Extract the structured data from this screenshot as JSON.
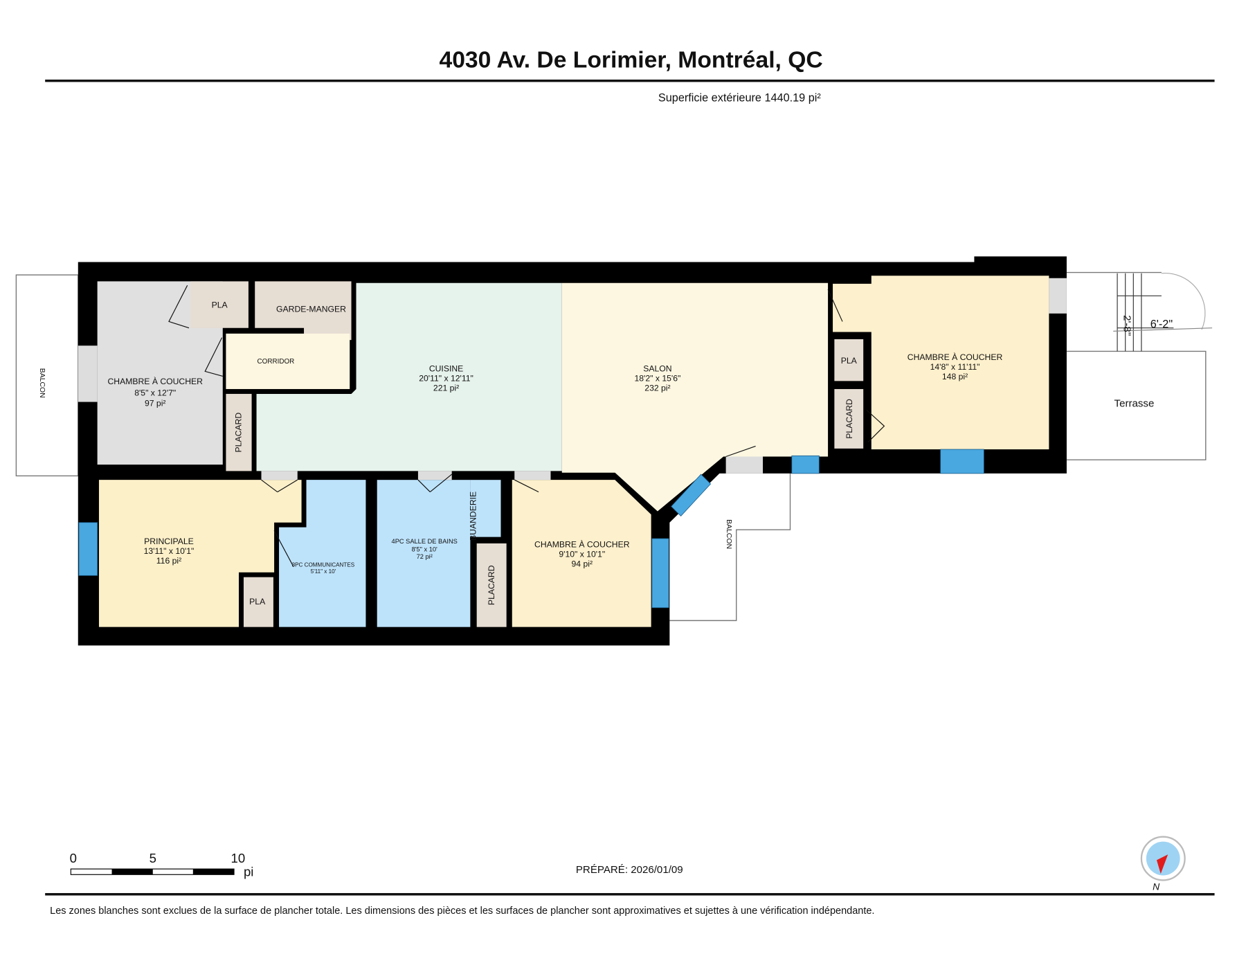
{
  "header": {
    "title": "4030 Av. De Lorimier, Montréal, QC",
    "exterior_area": "Superficie extérieure 1440.19 pi²"
  },
  "rooms": {
    "bedroom_left": {
      "name": "CHAMBRE À COUCHER",
      "dims": "8'5\" x 12'7\"",
      "area": "97 pi²"
    },
    "pla_top": {
      "name": "PLA"
    },
    "pantry": {
      "name": "GARDE-MANGER"
    },
    "corridor": {
      "name": "CORRIDOR"
    },
    "placard_left": {
      "name": "PLACARD"
    },
    "kitchen": {
      "name": "CUISINE",
      "dims": "20'11\" x 12'11\"",
      "area": "221 pi²"
    },
    "living": {
      "name": "SALON",
      "dims": "18'2\" x 15'6\"",
      "area": "232 pi²"
    },
    "bedroom_right": {
      "name": "CHAMBRE À COUCHER",
      "dims": "14'8\" x 11'11\"",
      "area": "148 pi²"
    },
    "pla_right": {
      "name": "PLA"
    },
    "placard_right": {
      "name": "PLACARD"
    },
    "master": {
      "name": "PRINCIPALE",
      "dims": "13'11\" x 10'1\"",
      "area": "116 pi²"
    },
    "pla_master": {
      "name": "PLA"
    },
    "ensuite": {
      "name": "3PC COMMUNICANTES",
      "dims": "5'11\" x 10'"
    },
    "bathroom": {
      "name": "4PC SALLE DE BAINS",
      "dims": "8'5\" x 10'",
      "area": "72 pi²"
    },
    "laundry": {
      "name": "BUANDERIE"
    },
    "placard_bottom": {
      "name": "PLACARD"
    },
    "bedroom_bottom": {
      "name": "CHAMBRE À COUCHER",
      "dims": "9'10\" x 10'1\"",
      "area": "94 pi²"
    }
  },
  "exterior": {
    "balcony_left": "BALCON",
    "balcony_bottom": "BALCON",
    "terrace": "Terrasse",
    "stair_width": "6'-2\"",
    "stair_depth": "2'-8\""
  },
  "scale_bar": {
    "ticks": [
      "0",
      "5",
      "10"
    ],
    "unit": "pi"
  },
  "prepared": "PRÉPARÉ: 2026/01/09",
  "compass": {
    "label": "N",
    "icon": "compass-icon"
  },
  "footer": {
    "disclaimer": "Les zones blanches sont exclues de la surface de plancher totale. Les dimensions des pièces et les surfaces de plancher sont approximatives et sujettes à une vérification indépendante."
  },
  "colors": {
    "wall": "#000000",
    "window": "#4aa8e0",
    "bedroom_grey": "#e0e0e0",
    "closet": "#e6ddd3",
    "kitchen": "#e6f2ec",
    "living": "#fdf7e1",
    "bedroom": "#fdf0cc",
    "bathroom": "#bde3fb",
    "corridor": "#fdf6e0"
  }
}
